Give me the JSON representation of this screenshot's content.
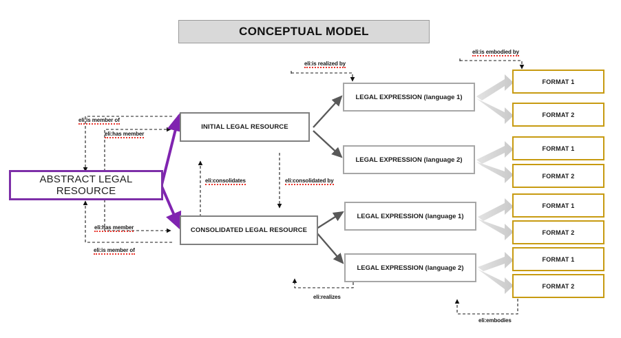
{
  "diagram": {
    "title": "CONCEPTUAL MODEL",
    "nodes": {
      "abstract": "ABSTRACT LEGAL RESOURCE",
      "initial": "INITIAL LEGAL RESOURCE",
      "consolidated": "CONSOLIDATED LEGAL RESOURCE",
      "expr_i_l1": "LEGAL EXPRESSION (language 1)",
      "expr_i_l2": "LEGAL EXPRESSION (language 2)",
      "expr_c_l1": "LEGAL EXPRESSION (language 1)",
      "expr_c_l2": "LEGAL EXPRESSION (language 2)",
      "fmt_i_l1_f1": "FORMAT 1",
      "fmt_i_l1_f2": "FORMAT 2",
      "fmt_i_l2_f1": "FORMAT 1",
      "fmt_i_l2_f2": "FORMAT 2",
      "fmt_c_l1_f1": "FORMAT 1",
      "fmt_c_l1_f2": "FORMAT 2",
      "fmt_c_l2_f1": "FORMAT 1",
      "fmt_c_l2_f2": "FORMAT 2"
    },
    "edge_labels": {
      "is_member_of_top": "eli:is member of",
      "has_member_top": "eli:has member",
      "has_member_bottom": "eli:has member",
      "is_member_of_bottom": "eli:is member of",
      "consolidates": "eli:consolidates",
      "consolidated_by": "eli:consolidated by",
      "is_realized_by": "eli:is realized by",
      "is_embodied_by": "eli:is embodied by",
      "realizes": "eli:realizes",
      "embodies": "eli:embodies"
    },
    "colors": {
      "abstract_border": "#7d2fa8",
      "resource_border": "#7f7f7f",
      "expression_border": "#a6a6a6",
      "format_border": "#c79a10",
      "title_fill": "#d9d9d9",
      "purple_arrow": "#8024b0",
      "gray_arrow": "#595959",
      "block_arrow": "#d4d4d4",
      "dashed_line": "#1a1a1a",
      "spellcheck_underline": "#e8322a"
    }
  }
}
